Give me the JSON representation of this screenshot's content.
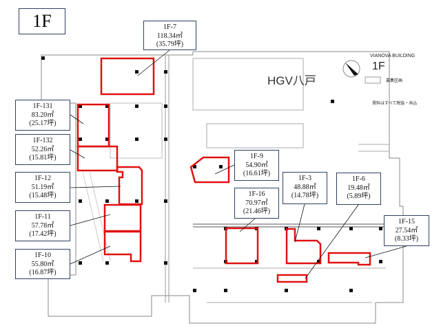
{
  "floor_title": "1F",
  "building": {
    "name": "HGV八戸",
    "title": "VIANOVA BUILDING",
    "floor": "1F",
    "legend": "募集区画",
    "note": "賃料はすべて税抜・共込"
  },
  "units": [
    {
      "id": "1F-7",
      "area": "118.34㎡",
      "tsubo": "(35.79坪)"
    },
    {
      "id": "1F-131",
      "area": "83.20㎡",
      "tsubo": "(25.17坪)"
    },
    {
      "id": "1F-132",
      "area": "52.26㎡",
      "tsubo": "(15.81坪)"
    },
    {
      "id": "1F-12",
      "area": "51.19㎡",
      "tsubo": "(15.48坪)"
    },
    {
      "id": "1F-11",
      "area": "57.78㎡",
      "tsubo": "(17.42坪)"
    },
    {
      "id": "1F-10",
      "area": "55.80㎡",
      "tsubo": "(16.87坪)"
    },
    {
      "id": "1F-9",
      "area": "54.90㎡",
      "tsubo": "(16.61坪)"
    },
    {
      "id": "1F-16",
      "area": "70.97㎡",
      "tsubo": "(21.46坪)"
    },
    {
      "id": "1F-3",
      "area": "48.88㎡",
      "tsubo": "(14.78坪)"
    },
    {
      "id": "1F-6",
      "area": "19.48㎡",
      "tsubo": "(5.89坪)"
    },
    {
      "id": "1F-15",
      "area": "27.54㎡",
      "tsubo": "(8.33坪)"
    }
  ],
  "colors": {
    "vacant": "#e01010",
    "border": "#2f3f5f"
  }
}
